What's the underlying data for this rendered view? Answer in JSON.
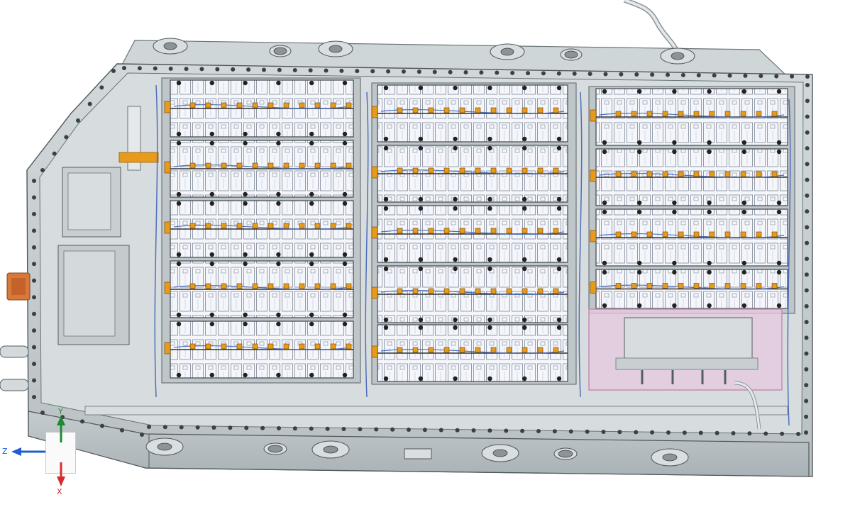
{
  "view": {
    "model": "battery-pack-assembly",
    "highlighted_component": "electronics-module",
    "highlight_color": "#d9a7cf",
    "housing_color": "#c7ced0",
    "cell_color": "#f3f5fa",
    "connector_color": "#e89a1a",
    "harness_color": "#4e6fb8",
    "bus_color": "#c9c9d7"
  },
  "triad": {
    "x_label": "X",
    "y_label": "Y",
    "z_label": "Z",
    "x_color": "#d62c2c",
    "y_color": "#1f8a2f",
    "z_color": "#1f5cd6",
    "icons": [
      "x-axis-arrow-icon",
      "y-axis-arrow-icon",
      "z-axis-arrow-icon"
    ]
  }
}
